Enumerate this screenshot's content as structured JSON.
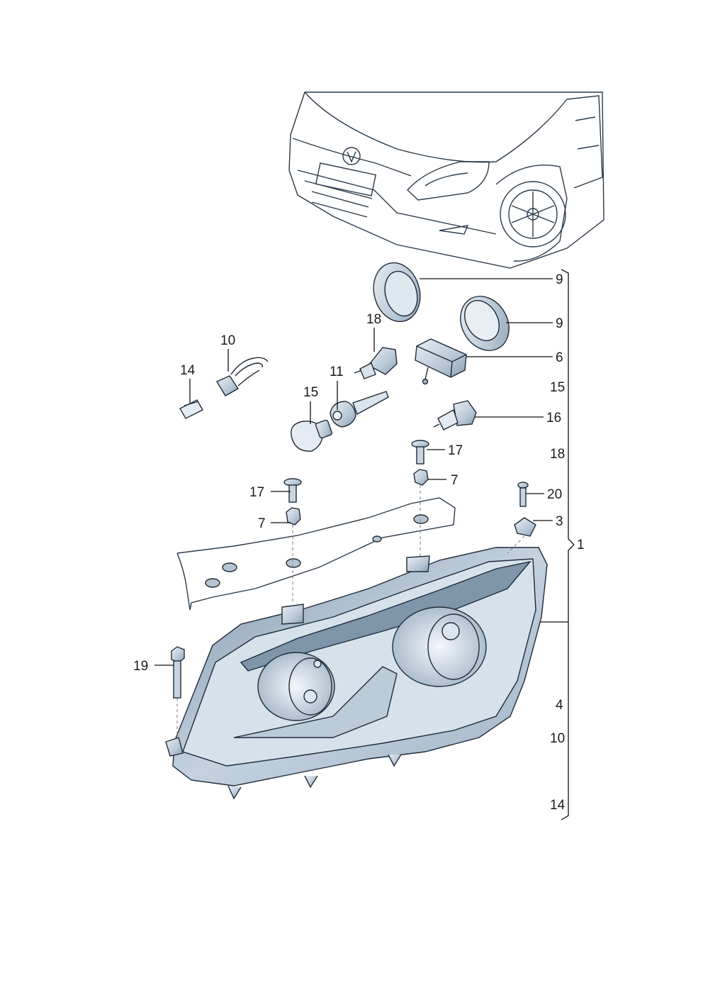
{
  "callouts": {
    "c9a": "9",
    "c9b": "9",
    "c6": "6",
    "c15r": "15",
    "c16": "16",
    "c18r": "18",
    "c20": "20",
    "c3": "3",
    "c1": "1",
    "c4": "4",
    "c10r": "10",
    "c14r": "14",
    "c10": "10",
    "c14": "14",
    "c18": "18",
    "c11": "11",
    "c15": "15",
    "c17a": "17",
    "c7a": "7",
    "c17b": "17",
    "c7b": "7",
    "c19": "19"
  },
  "colors": {
    "line": "#2b3a4a",
    "part_fill": "#c9d6e2",
    "part_shade": "#8fa3b6",
    "car_fill": "#e6ecf2"
  }
}
